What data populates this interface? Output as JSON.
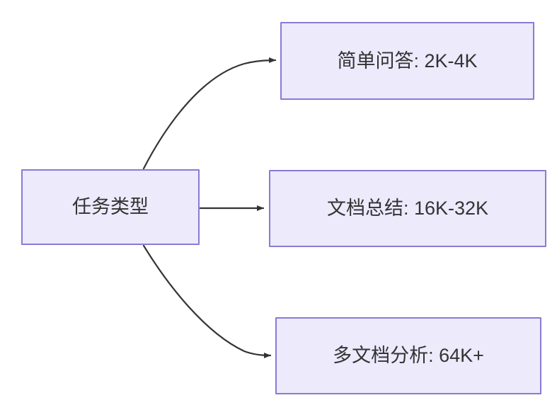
{
  "diagram": {
    "type": "flowchart",
    "direction": "left-to-right",
    "background_color": "#ffffff",
    "node_fill_color": "#ECEAFB",
    "node_border_color": "#8B7AD6",
    "node_text_color": "#333333",
    "edge_color": "#333333",
    "nodes": [
      {
        "id": "source",
        "label": "任务类型",
        "role": "root"
      },
      {
        "id": "simple-qa",
        "label": "简单问答: 2K-4K",
        "role": "leaf"
      },
      {
        "id": "doc-summary",
        "label": "文档总结: 16K-32K",
        "role": "leaf"
      },
      {
        "id": "multi-doc",
        "label": "多文档分析: 64K+",
        "role": "leaf"
      }
    ],
    "edges": [
      {
        "id": "edge-source-simple-qa",
        "from": "source",
        "to": "simple-qa",
        "label": "",
        "style": "curved-up",
        "arrowhead": "triangle"
      },
      {
        "id": "edge-source-doc-summary",
        "from": "source",
        "to": "doc-summary",
        "label": "",
        "style": "straight",
        "arrowhead": "triangle"
      },
      {
        "id": "edge-source-multi-doc",
        "from": "source",
        "to": "multi-doc",
        "label": "",
        "style": "curved-down",
        "arrowhead": "triangle"
      }
    ]
  }
}
